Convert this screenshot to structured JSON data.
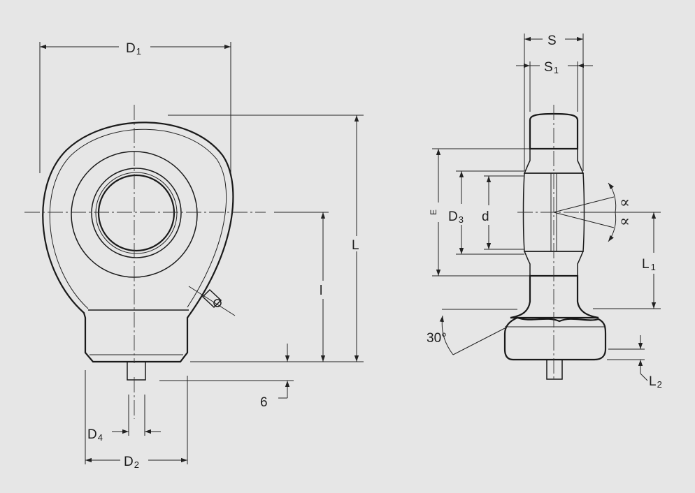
{
  "labels": {
    "D1": {
      "main": "D",
      "sub": "1"
    },
    "D2": {
      "main": "D",
      "sub": "2"
    },
    "D3": {
      "main": "D",
      "sub": "3"
    },
    "D4": {
      "main": "D",
      "sub": "4"
    },
    "L": "L",
    "l": "l",
    "six": "6",
    "S": "S",
    "S1": {
      "main": "S",
      "sub": "1"
    },
    "E": "E",
    "d": "d",
    "L1": {
      "main": "L",
      "sub": "1"
    },
    "L2": {
      "main": "L",
      "sub": "2"
    },
    "alpha_upper": "∝",
    "alpha_lower": "∝",
    "angle": "30°"
  }
}
